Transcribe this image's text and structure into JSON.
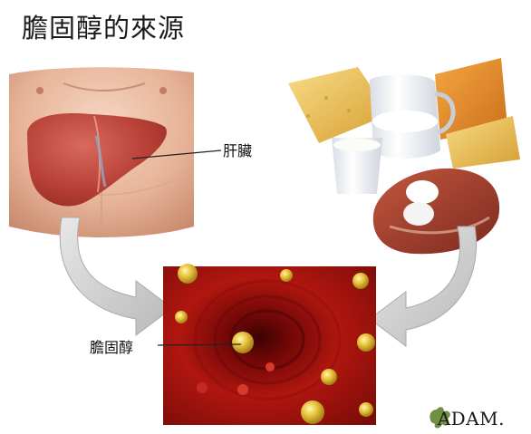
{
  "title": "膽固醇的來源",
  "labels": {
    "liver": "肝臟",
    "cholesterol": "膽固醇"
  },
  "logo": {
    "text": "ADAM."
  },
  "colors": {
    "liver": "#b9443a",
    "skin": "#e9b99d",
    "blood_vessel": "#a3120f",
    "arrow": "#c9c9c9",
    "cheese": "#f0c15a",
    "milk": "#f4f4f0",
    "meat": "#9e3a2c",
    "egg": "#ffffff"
  }
}
